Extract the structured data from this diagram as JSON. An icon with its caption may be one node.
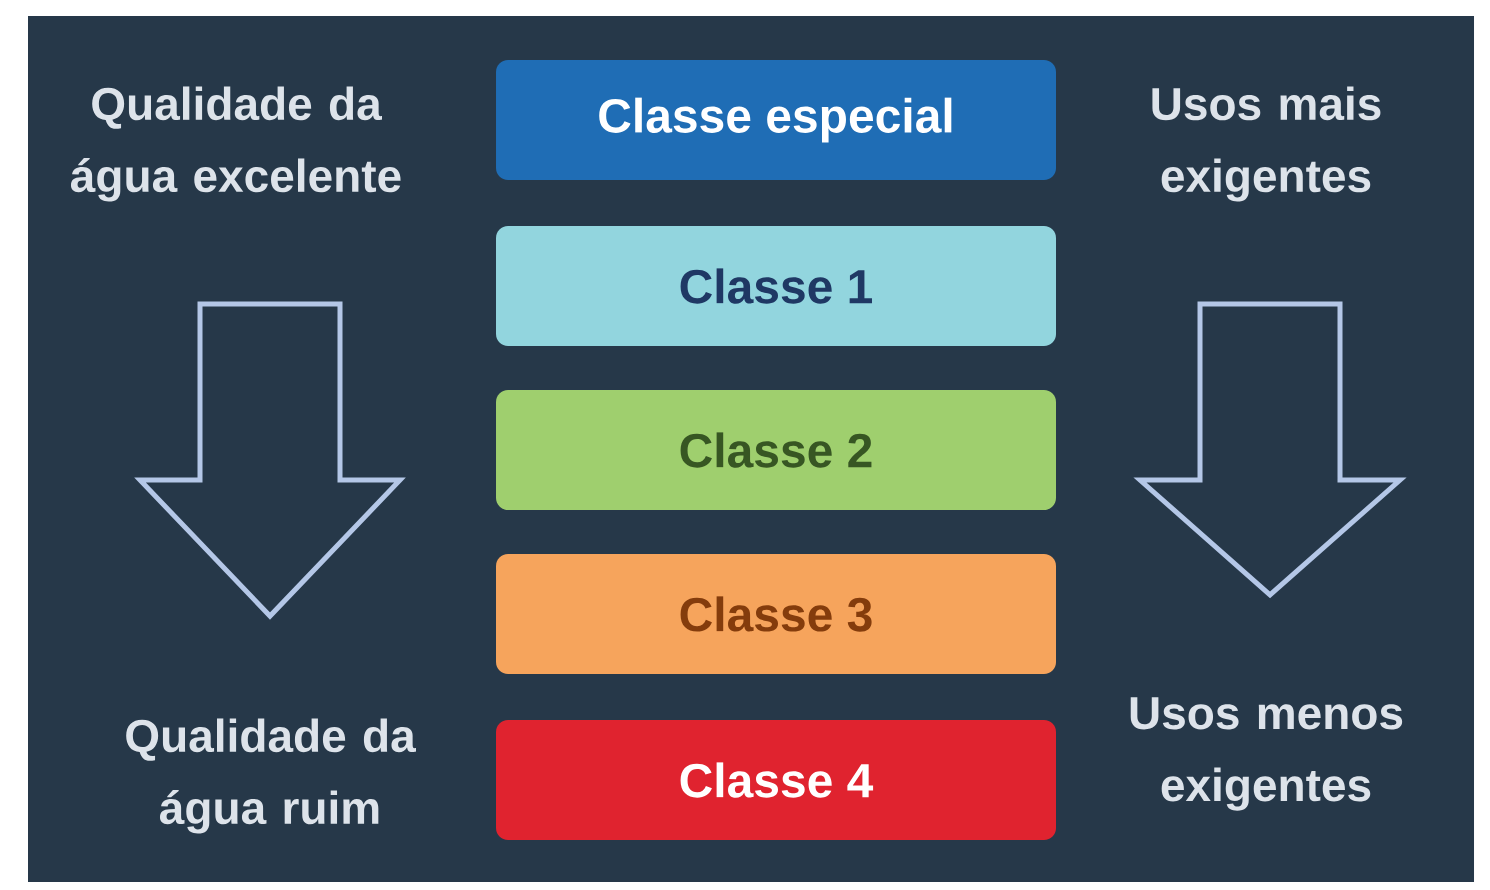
{
  "diagram": {
    "nodes": [
      {
        "text": [
          "Qualidade da água excelente"
        ]
      },
      {
        "text": [
          "Classe especial"
        ]
      },
      {
        "text": [
          "Usos mais exigentes"
        ]
      },
      {
        "text": [
          "Classe 1"
        ]
      },
      {
        "text": [
          "Classe 2"
        ]
      },
      {
        "text": [
          "Classe 3"
        ]
      },
      {
        "text": [
          "Qualidade da água ruim"
        ]
      },
      {
        "text": [
          "Classe 4"
        ]
      },
      {
        "text": [
          "Usos menos exigentes"
        ]
      }
    ],
    "edges": [
      {
        "from": 0,
        "to": 6,
        "arrow": "to",
        "style": "thick"
      },
      {
        "from": 2,
        "to": 8,
        "arrow": "to",
        "style": "thick"
      }
    ]
  }
}
